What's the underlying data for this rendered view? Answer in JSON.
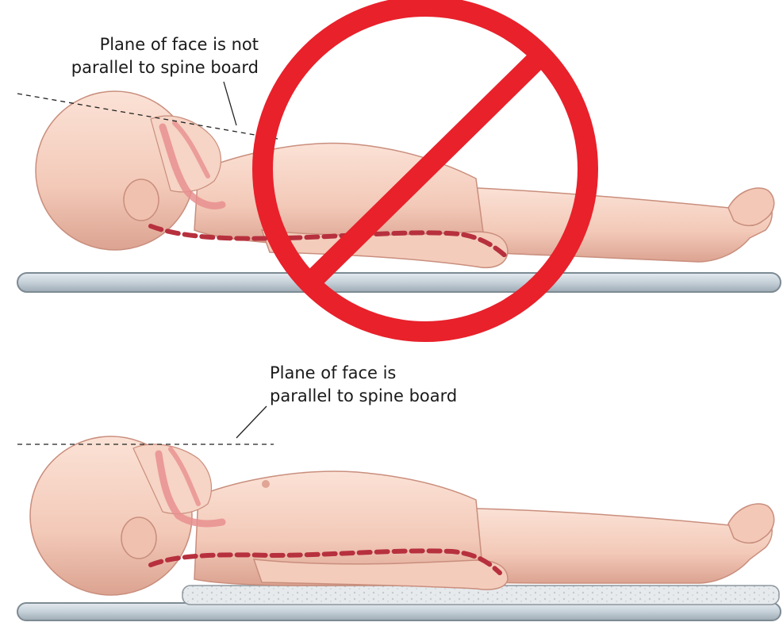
{
  "top_panel": {
    "label_line1": "Plane of face is not",
    "label_line2": "parallel to spine board",
    "prohibition_color": "#e8212b",
    "spine_color": "#b7303d"
  },
  "bottom_panel": {
    "label_line1": "Plane of face is",
    "label_line2": "parallel to spine board",
    "pad_color": "#dfe3e6"
  },
  "colors": {
    "skin": "#f6d2c4",
    "skin_shadow": "#d9a797",
    "airway": "#e88f8f",
    "board": "#c9d4dc",
    "board_outline": "#7d8a93"
  }
}
